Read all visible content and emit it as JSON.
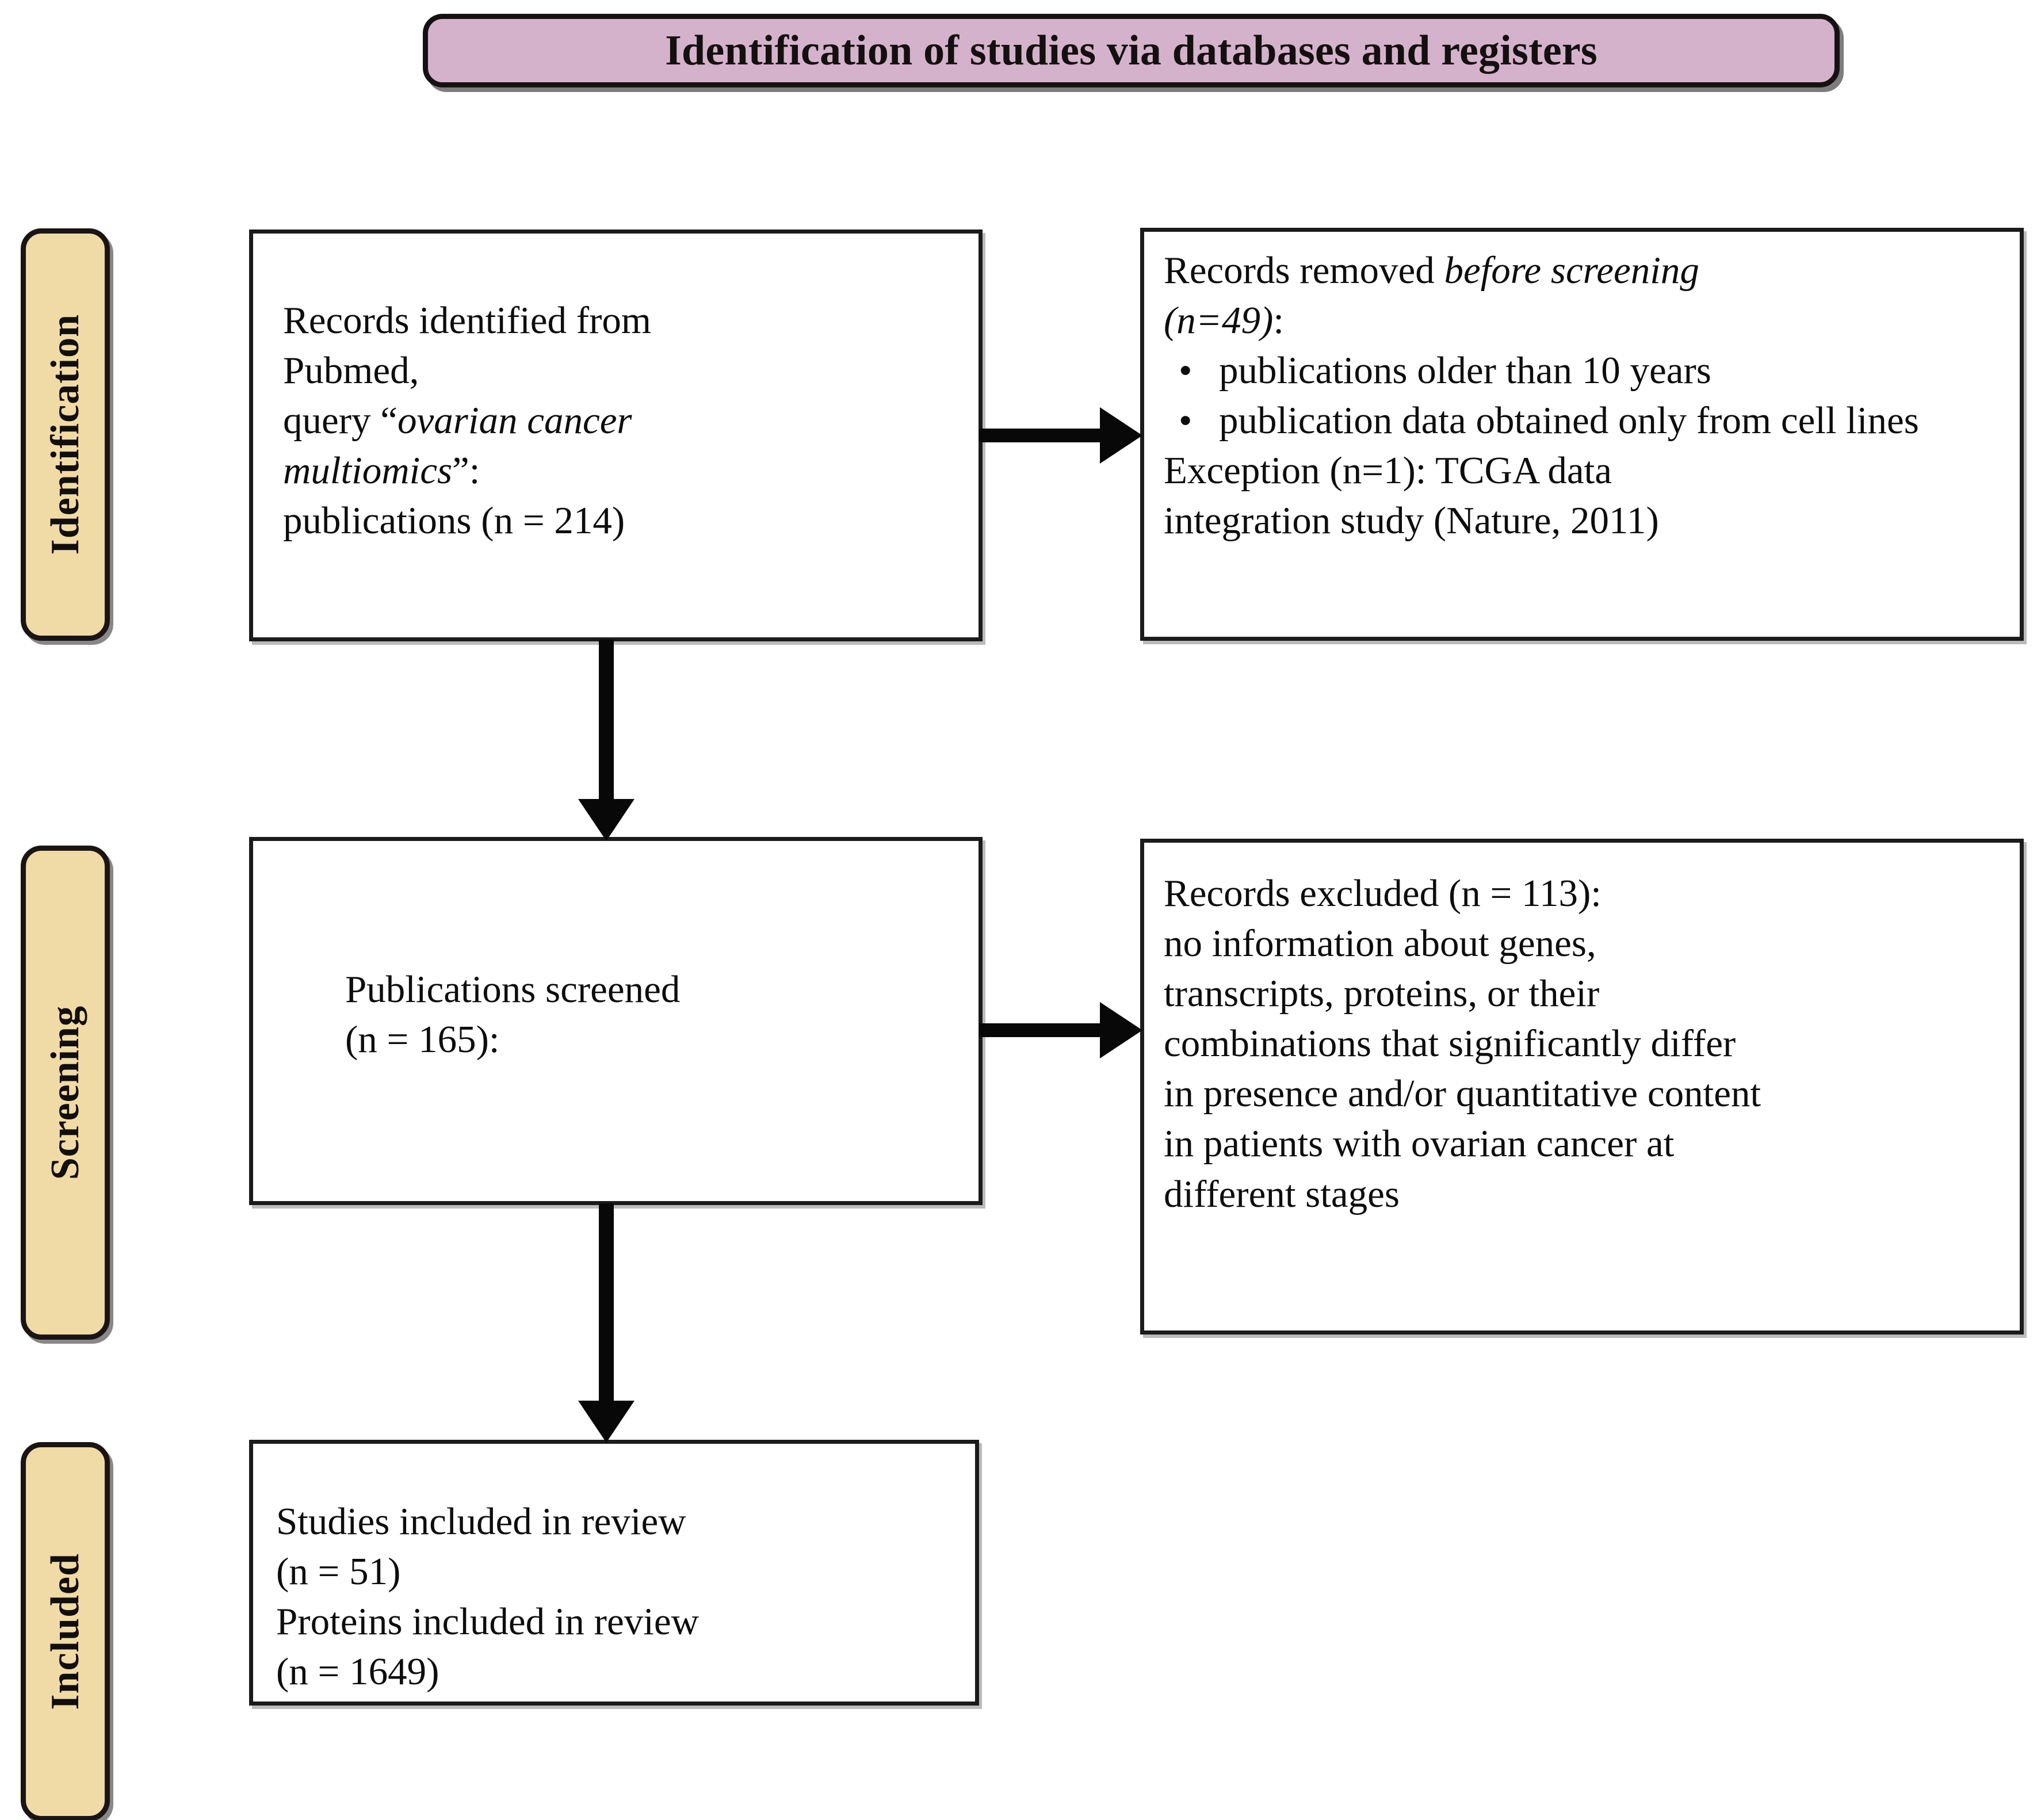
{
  "header": {
    "title": "Identification of studies via databases and registers",
    "banner_color": "#d5b2cb",
    "banner_border_color": "#161212"
  },
  "stages": {
    "tab_color": "#f0daa6",
    "identification": {
      "label": "Identification"
    },
    "screening": {
      "label": "Screening"
    },
    "included": {
      "label": "Included"
    }
  },
  "boxes": {
    "identified": {
      "line1": "Records identified from",
      "line2": "Pubmed,",
      "line3_prefix": "query “",
      "line3_italic": "ovarian cancer",
      "line4_italic": "multiomics",
      "line4_suffix": "”:",
      "line5": "publications (n = 214)"
    },
    "removed": {
      "line1_prefix": "Records removed ",
      "line1_italic": "before screening",
      "line2_italic": "(n=49)",
      "line2_suffix": ":",
      "bullets": [
        "publications older than 10 years",
        "publication data obtained only from cell lines"
      ],
      "bullet_glyph": "•",
      "line3": "Exception (n=1): TCGA data",
      "line4": "integration study (Nature, 2011)"
    },
    "screened": {
      "line1": "Publications screened",
      "line2": "(n = 165):"
    },
    "excluded": {
      "line1": "Records excluded  (n = 113):",
      "line2": "no information about genes,",
      "line3": "transcripts, proteins, or their",
      "line4": "combinations that significantly differ",
      "line5": "in presence and/or quantitative content",
      "line6": "in patients with ovarian cancer at",
      "line7": "different stages"
    },
    "included": {
      "line1": "Studies included in review",
      "line2": "(n = 51)",
      "line3": "Proteins included in review",
      "line4": "(n = 1649)"
    }
  },
  "chart_data": {
    "type": "diagram",
    "diagram_kind": "prisma-flow",
    "title": "Identification of studies via databases and registers",
    "nodes": [
      {
        "id": "identified",
        "stage": "Identification",
        "label": "Records identified from Pubmed, query “ovarian cancer multiomics”: publications",
        "n": 214
      },
      {
        "id": "removed",
        "stage": "Identification",
        "label": "Records removed before screening",
        "n": 49
      },
      {
        "id": "exception",
        "stage": "Identification",
        "label": "Exception: TCGA data integration study (Nature, 2011)",
        "n": 1
      },
      {
        "id": "screened",
        "stage": "Screening",
        "label": "Publications screened",
        "n": 165
      },
      {
        "id": "excluded",
        "stage": "Screening",
        "label": "Records excluded",
        "n": 113
      },
      {
        "id": "studies_included",
        "stage": "Included",
        "label": "Studies included in review",
        "n": 51
      },
      {
        "id": "proteins_included",
        "stage": "Included",
        "label": "Proteins included in review",
        "n": 1649
      }
    ],
    "edges": [
      {
        "from": "identified",
        "to": "removed",
        "direction": "right"
      },
      {
        "from": "identified",
        "to": "screened",
        "direction": "down"
      },
      {
        "from": "screened",
        "to": "excluded",
        "direction": "right"
      },
      {
        "from": "screened",
        "to": "studies_included",
        "direction": "down"
      }
    ]
  }
}
